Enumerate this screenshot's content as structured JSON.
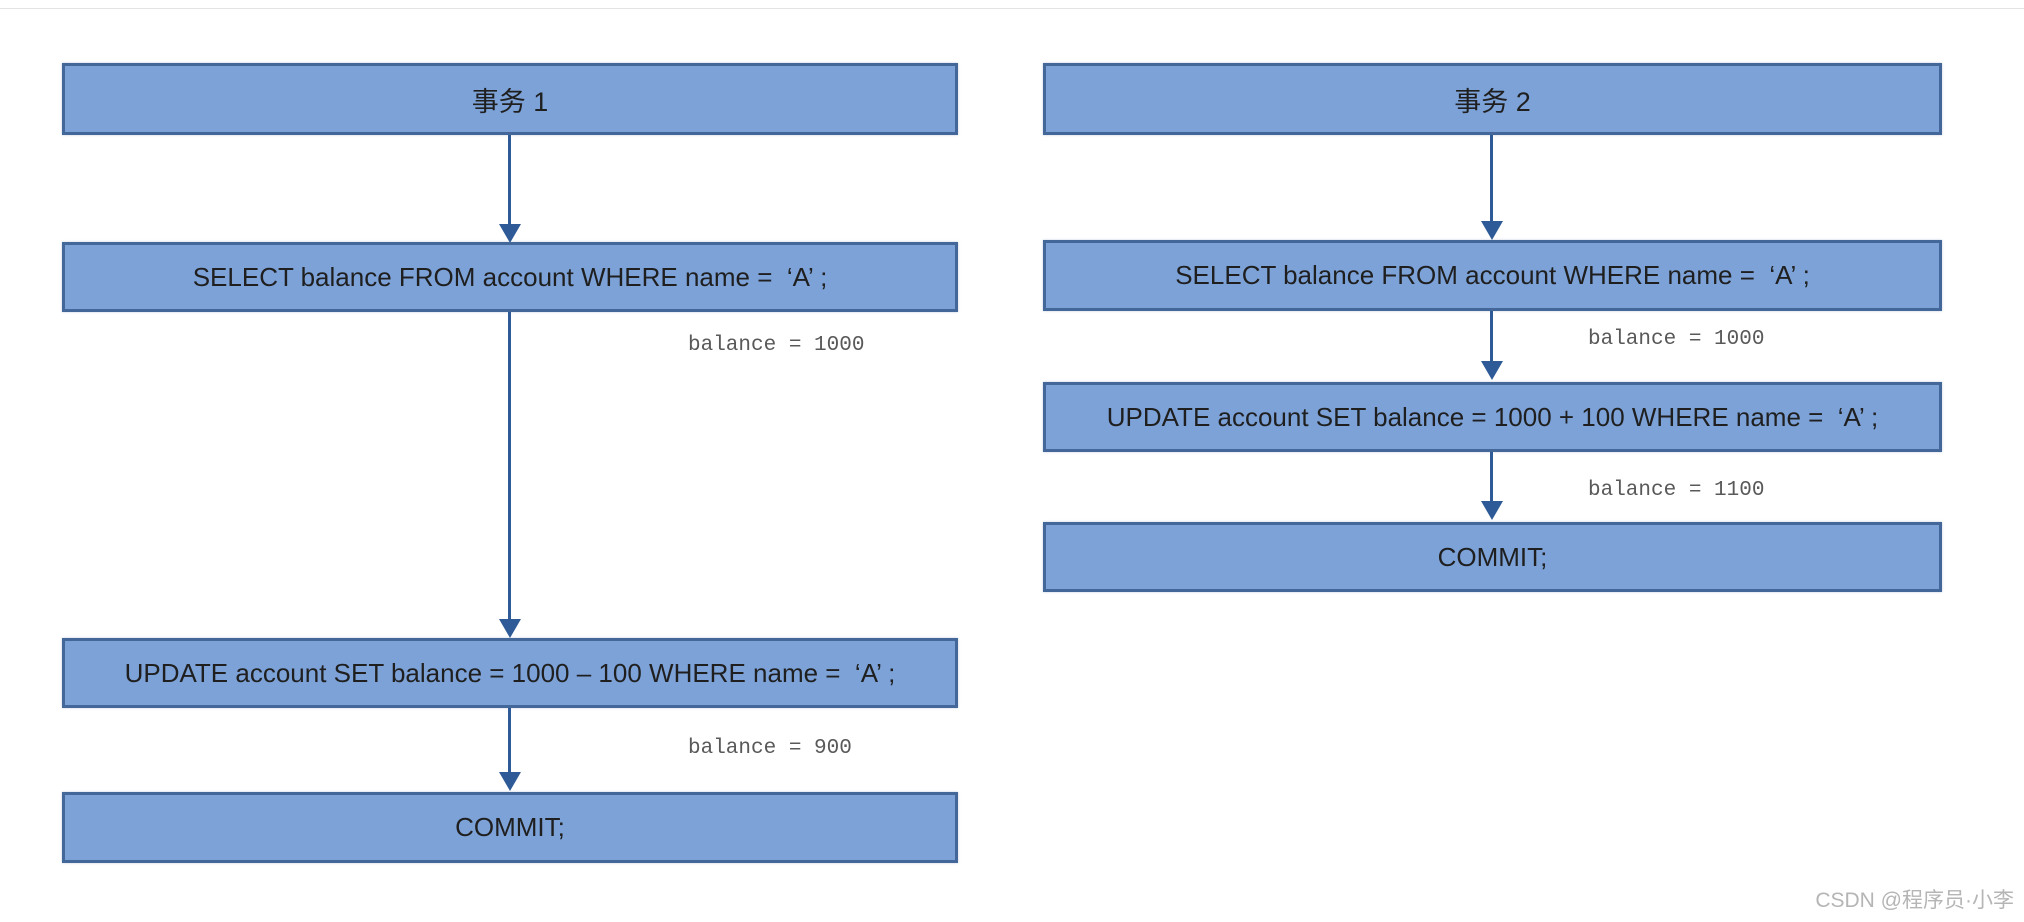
{
  "t1": {
    "title": "事务 1",
    "select_sql": "SELECT balance FROM account WHERE name =  ‘A’ ;",
    "balance_after_select": "balance = 1000",
    "update_sql": "UPDATE account SET balance = 1000 – 100 WHERE name =  ‘A’ ;",
    "balance_after_update": "balance = 900",
    "commit_sql": "COMMIT;"
  },
  "t2": {
    "title": "事务 2",
    "select_sql": "SELECT balance FROM account WHERE name =  ‘A’ ;",
    "balance_after_select": "balance = 1000",
    "update_sql": "UPDATE account SET balance = 1000 + 100 WHERE name =  ‘A’ ;",
    "balance_after_update": "balance = 1100",
    "commit_sql": "COMMIT;"
  },
  "watermark": "CSDN @程序员·小李",
  "colors": {
    "box_fill": "#7CA2D8",
    "box_border": "#44679A",
    "arrow": "#2E5B97",
    "box_text": "#1F1F1F",
    "note_text": "#595959",
    "watermark_text": "#B5B5B5"
  }
}
